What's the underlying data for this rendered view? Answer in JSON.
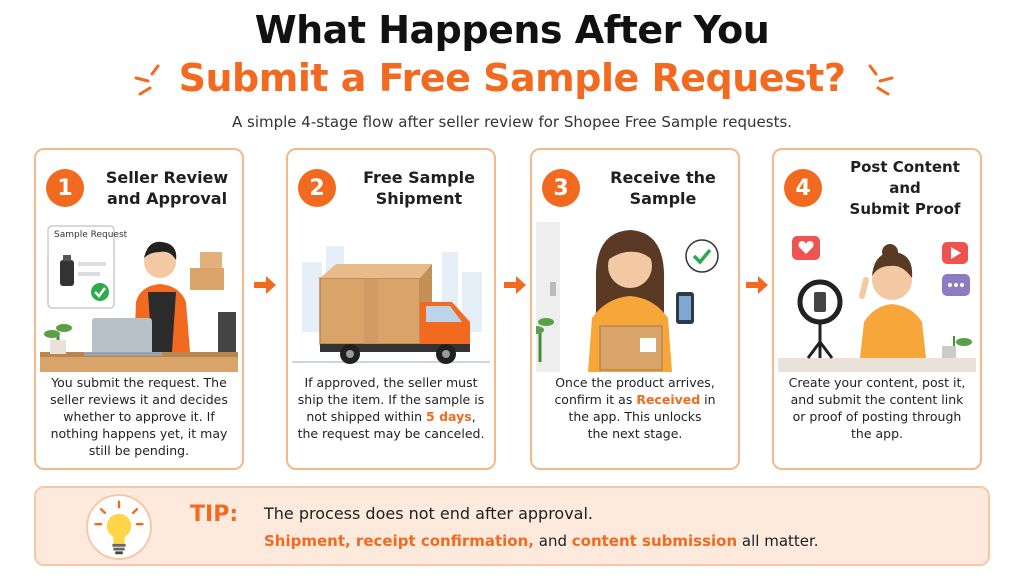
{
  "header": {
    "title_line1": "What Happens After You",
    "title_line2": "Submit a Free Sample Request?",
    "subtitle": "A simple 4-stage flow after seller review for Shopee Free Sample requests."
  },
  "stages": [
    {
      "number": "1",
      "title_line1": "Seller Review",
      "title_line2": "and Approval",
      "illustration_label": "Sample Request",
      "desc_lines": [
        "You submit the request. The",
        "seller reviews it and decides",
        "whether to approve it. If",
        "nothing happens yet, it may",
        "still be pending."
      ]
    },
    {
      "number": "2",
      "title_line1": "Free Sample",
      "title_line2": "Shipment",
      "desc_lines": [
        "If approved, the seller must",
        "ship the item. If the sample is",
        "not shipped within ",
        "the request may be canceled."
      ],
      "highlight": "5 days",
      "highlight_suffix": ","
    },
    {
      "number": "3",
      "title_line1": "Receive the",
      "title_line2": "Sample",
      "desc_lines": [
        "Once the product arrives,",
        "confirm it as ",
        " in",
        "the app. This unlocks",
        "the next stage."
      ],
      "highlight": "Received"
    },
    {
      "number": "4",
      "title_line1": "Post Content and",
      "title_line2": "Submit Proof",
      "desc_lines": [
        "Create your content, post it,",
        "and submit the content link",
        "or proof of posting through",
        "the app."
      ]
    }
  ],
  "tip": {
    "label": "TIP:",
    "line1": "The process does not end after approval.",
    "line2_h1": "Shipment, receipt confirmation,",
    "line2_t1": " and ",
    "line2_h2": "content submission",
    "line2_t2": " all matter."
  },
  "icons": [
    "sparkle-burst-icon",
    "arrow-right-icon",
    "lightbulb-icon",
    "heart-icon",
    "play-icon",
    "chat-icon",
    "check-icon",
    "box-icon",
    "truck-icon",
    "ring-light-icon",
    "laptop-icon",
    "phone-icon"
  ],
  "colors": {
    "accent": "#f26a1f",
    "card_border": "#f5b88a",
    "tip_bg": "#fdeadd",
    "check_green": "#2eaa4a"
  }
}
